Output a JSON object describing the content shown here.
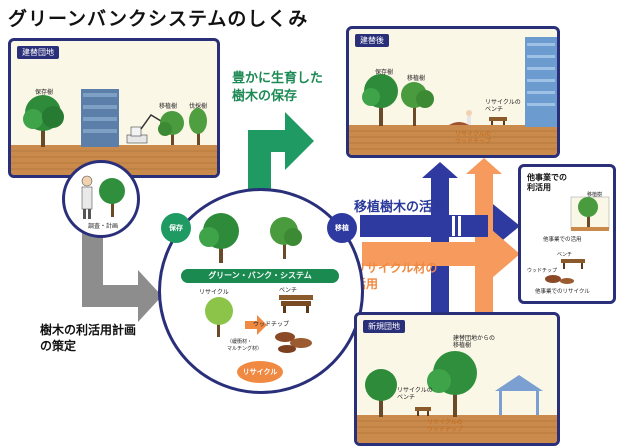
{
  "title": "グリーンバンクシステムのしくみ",
  "panel_rebuild": {
    "title": "建替団地",
    "labels": {
      "conserve": "保存樹",
      "transplant": "移植樹",
      "felled": "伐採樹"
    }
  },
  "survey": {
    "label": "調査・計画"
  },
  "panel_after": {
    "title": "建替後",
    "labels": {
      "conserve": "保存樹",
      "transplant": "移植樹",
      "bench": "リサイクルの\nベンチ",
      "chip": "リサイクルの\nウッドチップ"
    }
  },
  "preserve_caption": {
    "line1": "豊かに生育した",
    "line2": "樹木の保存"
  },
  "transplant_caption": "移植樹木の活用",
  "recycle_caption": {
    "line1": "リサイクル材の",
    "line2": "活用"
  },
  "plan_caption": {
    "line1": "樹木の利活用計画",
    "line2": "の策定"
  },
  "center": {
    "banner": "グリーン・バンク・システム",
    "badge_preserve": "保存",
    "badge_transplant": "移植",
    "badge_recycle": "リサイクル",
    "recycle_label": "リサイクル",
    "bench_label": "ベンチ",
    "chip_label": "ウッドチップ",
    "mulch_label": "（緩衝材・\nマルチング材）"
  },
  "panel_other": {
    "title_line1": "他事業での",
    "title_line2": "利活用",
    "tree_label": "移植樹",
    "tree_caption": "他事業での活用",
    "bench_label": "ベンチ",
    "chip_label": "ウッドチップ",
    "recycle_caption": "他事業でのリサイクル"
  },
  "panel_new": {
    "title": "新規団地",
    "labels": {
      "from_rebuild": "建替団地からの\n移植樹",
      "bench": "リサイクルの\nベンチ",
      "chip": "リサイクルの\nウッドチップ"
    }
  },
  "colors": {
    "navy": "#2a2f7a",
    "green": "#1d8a55",
    "orange": "#f08a43",
    "gray": "#8a8a8a",
    "blue": "#2f3aa0"
  }
}
